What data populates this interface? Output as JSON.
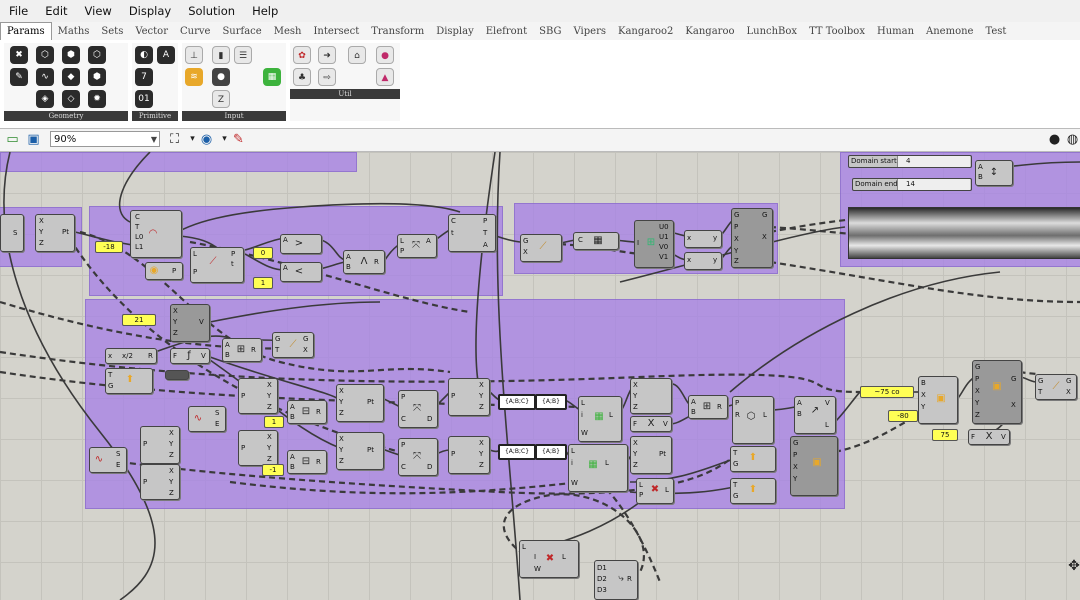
{
  "menubar": {
    "items": [
      "File",
      "Edit",
      "View",
      "Display",
      "Solution",
      "Help"
    ]
  },
  "tabs": {
    "items": [
      "Params",
      "Maths",
      "Sets",
      "Vector",
      "Curve",
      "Surface",
      "Mesh",
      "Intersect",
      "Transform",
      "Display",
      "Elefront",
      "SBG",
      "Vipers",
      "Kangaroo2",
      "Kangaroo",
      "LunchBox",
      "TT Toolbox",
      "Human",
      "Anemone",
      "Test"
    ],
    "active": "Params"
  },
  "ribbon": {
    "panels": [
      "Geometry",
      "Primitive",
      "Input",
      "Util"
    ]
  },
  "toolbar": {
    "zoom": "90%"
  },
  "canvas": {
    "numbers": {
      "n_neg18": "-18",
      "n_0": "0",
      "n_1a": "1",
      "n_21": "21",
      "n_1b": "1",
      "n_neg1": "-1",
      "n_neg75": "~75 co",
      "n_neg80": "-80",
      "n_75": "75"
    },
    "domain": {
      "start_label": "Domain start",
      "start_value": "4",
      "end_label": "Domain end",
      "end_value": "14"
    },
    "expressions": {
      "expr_label": "x/2",
      "list1": "{A;B;C}",
      "list1b": "{A;B}",
      "list2": "{A;B;C}",
      "list2b": "{A;B}"
    }
  }
}
